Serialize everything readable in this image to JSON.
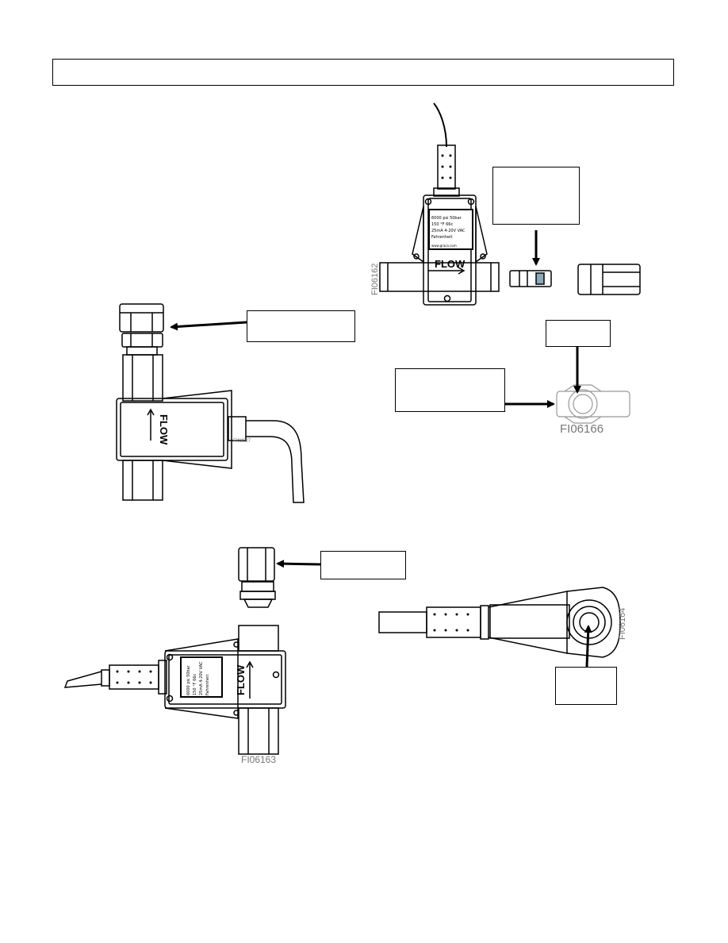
{
  "figures": [
    {
      "id": "fig-1",
      "flow_text": "FLOW",
      "label_lines": [
        "6000 psi 50bar",
        "150 °F 66c",
        "25mA 4-20V VAC",
        "Fahrenheit"
      ],
      "label_footer": "www.graco.com"
    },
    {
      "id": "fig-2",
      "figure_number": "FI03527",
      "flow_text": "FLOW"
    },
    {
      "id": "fig-3",
      "figure_number": "FI06166"
    },
    {
      "id": "fig-4",
      "figure_number": "FI06163",
      "flow_text": "FLOW",
      "label_lines": [
        "6000 psi 50bar",
        "150 °F 66c",
        "25mA 4-20V VAC",
        "Fahrenheit"
      ]
    },
    {
      "id": "fig-5",
      "figure_number": "FI06164"
    }
  ],
  "colors": {
    "line": "#000000",
    "fill": "#ffffff",
    "figure_label": "#777777"
  }
}
